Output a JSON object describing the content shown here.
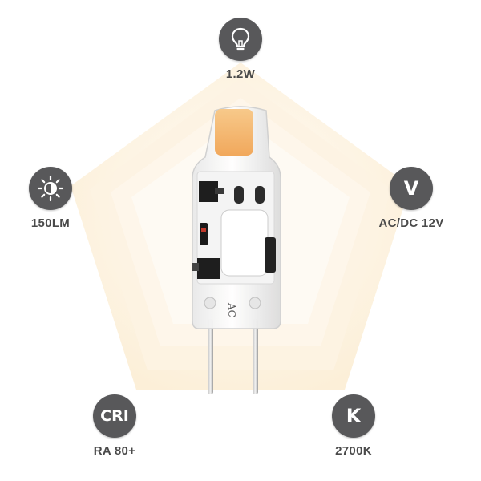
{
  "colors": {
    "badge": "#58585a",
    "label": "#4a4a4a",
    "glow_outer": "#fdf1dc",
    "glow_inner": "#fefaf2"
  },
  "specs": [
    {
      "icon": "bulb-icon",
      "label": "1.2W"
    },
    {
      "icon": "brightness-icon",
      "label": "150LM"
    },
    {
      "icon": "voltage-letter-icon",
      "letter": "V",
      "label": "AC/DC 12V"
    },
    {
      "icon": "cri-letter-icon",
      "letter": "CRI",
      "label": "RA 80+"
    },
    {
      "icon": "kelvin-letter-icon",
      "letter": "K",
      "label": "2700K"
    }
  ],
  "product": {
    "print_mark": "AC"
  }
}
